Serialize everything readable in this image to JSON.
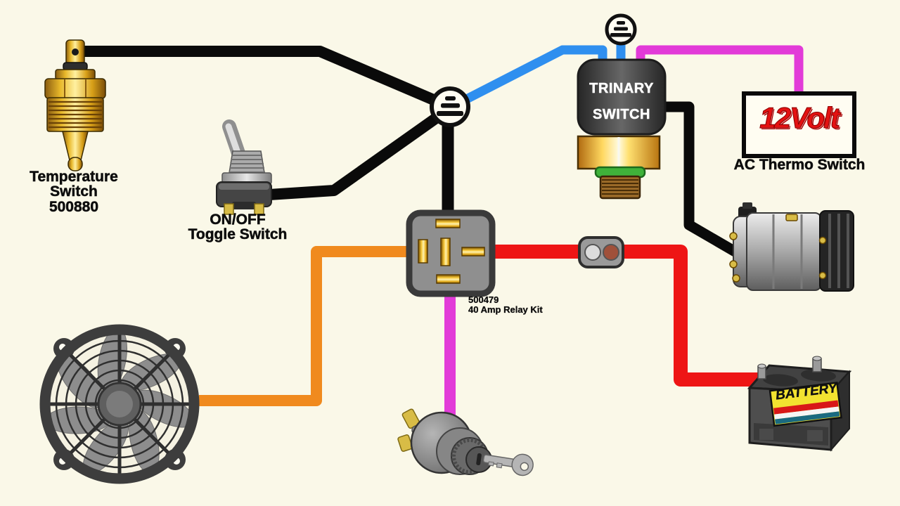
{
  "title": "AC relay wiring diagram",
  "colors": {
    "background": "#faf8e8",
    "wire_black": "#0a0a0a",
    "wire_blue": "#2f8fef",
    "wire_magenta": "#e23bd8",
    "wire_red": "#ee1515",
    "wire_orange": "#f08a1e"
  },
  "components": {
    "temperature_switch": {
      "label_line1": "Temperature",
      "label_line2": "Switch",
      "label_line3": "500880"
    },
    "toggle_switch": {
      "label_line1": "ON/OFF",
      "label_line2": "Toggle Switch"
    },
    "trinary_switch": {
      "label_line1": "TRINARY",
      "label_line2": "SWITCH"
    },
    "ac_thermo_switch": {
      "logo": "12Volt",
      "label": "AC Thermo Switch"
    },
    "relay": {
      "part_number": "500479",
      "label": "40 Amp Relay Kit"
    },
    "battery": {
      "label": "BATTERY"
    },
    "fan": {
      "name": "electric cooling fan"
    },
    "compressor": {
      "name": "AC compressor"
    },
    "ignition_switch": {
      "name": "ignition key switch"
    },
    "fuse": {
      "name": "inline fuse holder"
    },
    "ground_junction": {
      "name": "ground junction"
    },
    "trinary_ground": {
      "name": "ground terminal"
    }
  }
}
